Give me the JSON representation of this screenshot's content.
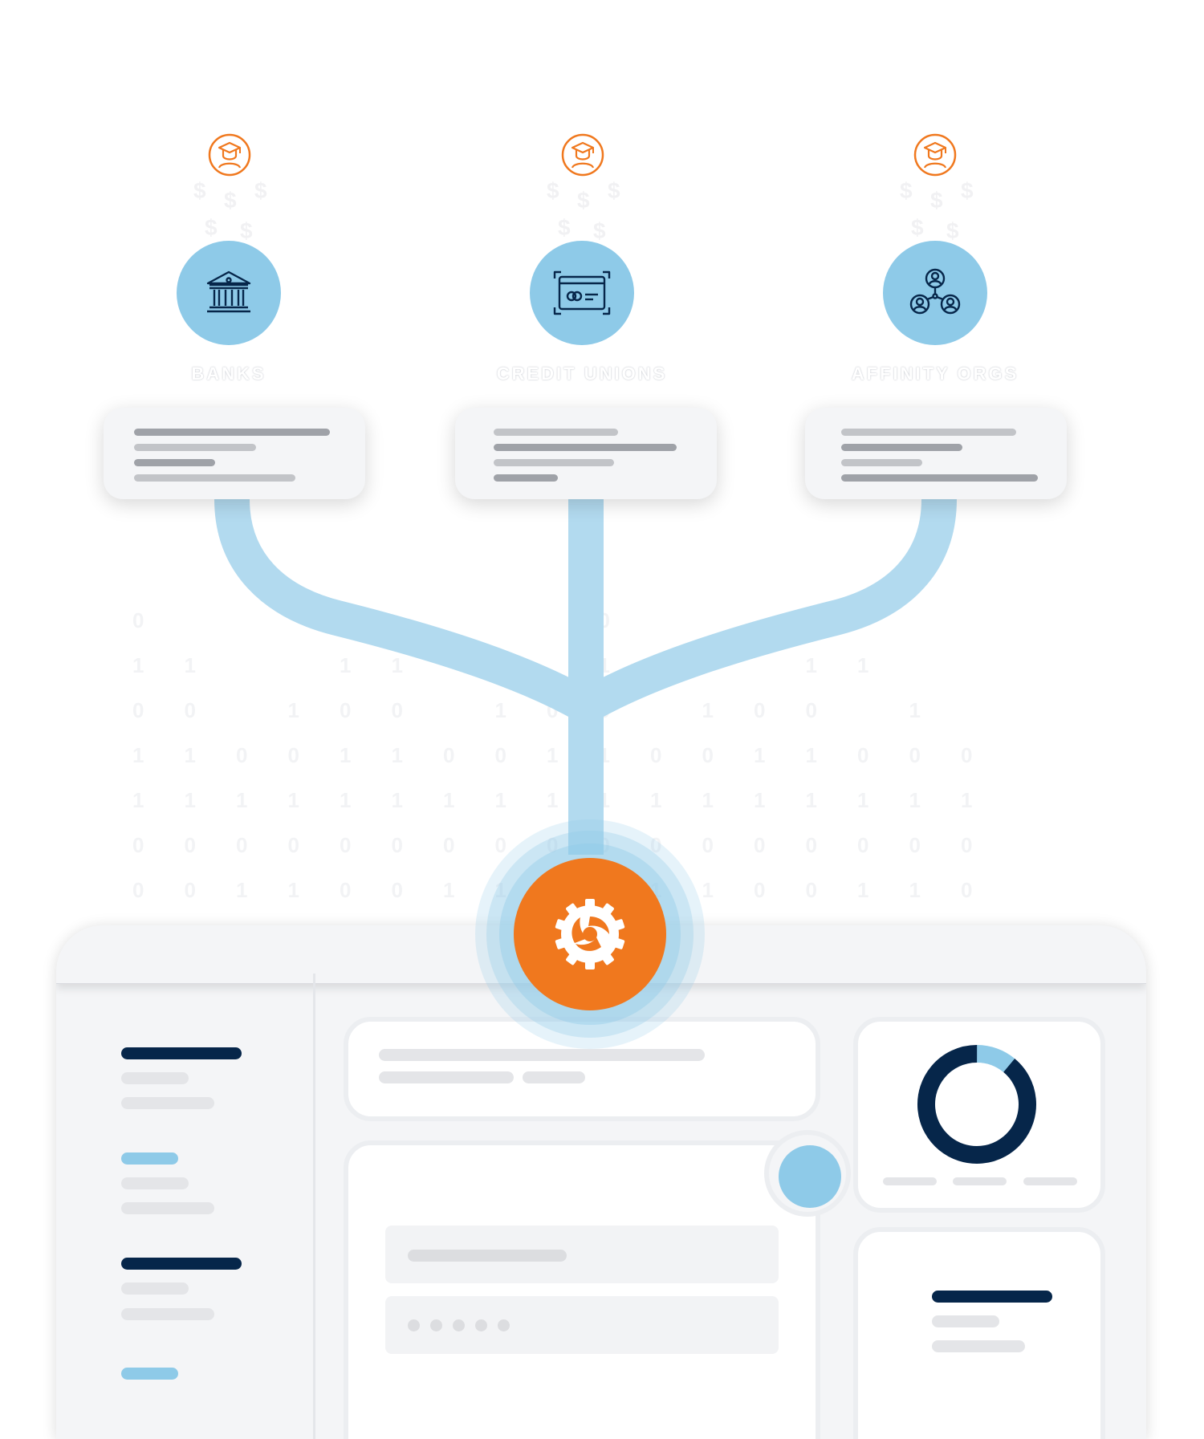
{
  "institutions": [
    {
      "label": "BANKS",
      "icon": "bank-icon"
    },
    {
      "label": "CREDIT UNIONS",
      "icon": "credit-card-icon"
    },
    {
      "label": "AFFINITY ORGS",
      "icon": "network-people-icon"
    }
  ],
  "icons": {
    "top": "graduate-student-icon",
    "hub": "gear-aperture-logo-icon",
    "dollar_glyph": "$"
  },
  "colors": {
    "accent_orange": "#f0781e",
    "light_blue": "#8ecae8",
    "flow_blue": "#b2daef",
    "navy": "#06264a",
    "panel_gray": "#f4f5f7"
  },
  "binary_rows": [
    "0   0    0   0   ",
    "11  11   11  11  ",
    "00 100 100 100 1 ",
    "11001100110011000",
    "11111111111111111",
    "00000000000000000",
    "00110011001100110"
  ],
  "donut": {
    "segments": [
      {
        "name": "highlight",
        "value": 0.11,
        "color": "#8ecae8"
      },
      {
        "name": "main",
        "value": 0.89,
        "color": "#06264a"
      }
    ]
  },
  "password_dots": 5
}
